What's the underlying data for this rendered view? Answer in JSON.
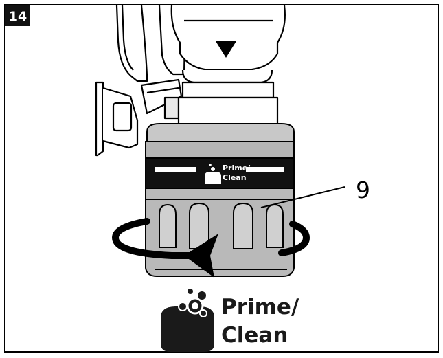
{
  "step": {
    "number": "14"
  },
  "collar": {
    "label_line1": "Prime/",
    "label_line2": "Clean",
    "icon": "prime-clean-icon"
  },
  "callout": {
    "number": "9"
  },
  "legend": {
    "line1": "Prime/",
    "line2": "Clean",
    "icon": "prime-clean-icon"
  },
  "colors": {
    "outline": "#000000",
    "collar_gray": "#b9b9b9",
    "band_black": "#111111",
    "legend_black": "#1a1a1a"
  }
}
